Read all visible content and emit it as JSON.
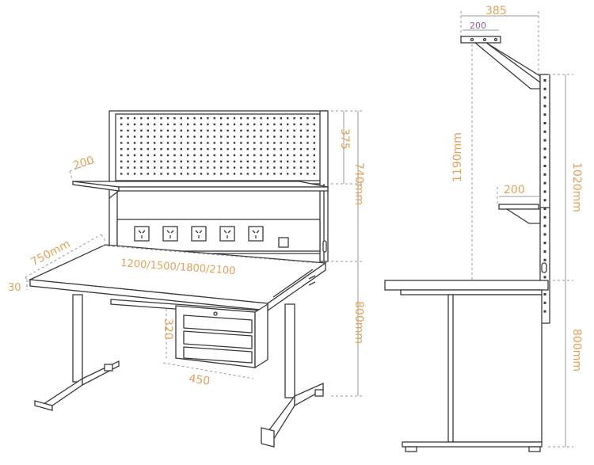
{
  "front_view": {
    "shelf_depth": "200",
    "pegboard_height": "375",
    "shelf_top_height": "740mm",
    "desk_depth": "750mm",
    "desk_widths": "1200/1500/1800/2100",
    "top_thickness": "30",
    "drawer_height": "320",
    "drawer_width": "450",
    "desk_height": "800mm"
  },
  "side_view": {
    "top_shelf_depth": "385",
    "top_shelf_inner": "200",
    "upright_height": "1190mm",
    "rail_height": "1020mm",
    "lower_shelf_depth": "200",
    "desk_height": "800mm"
  },
  "colors": {
    "dimension_text": "#e3a15a",
    "inner_dimension_text": "#8a5d8f",
    "line": "#3a3a3a"
  }
}
